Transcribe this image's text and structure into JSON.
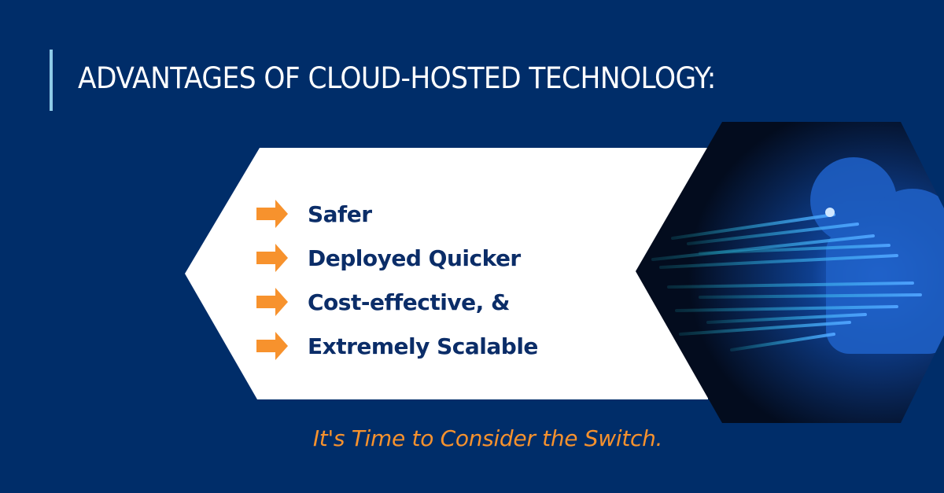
{
  "header": {
    "title": "ADVANTAGES OF CLOUD-HOSTED TECHNOLOGY:"
  },
  "advantages": {
    "icon": "arrow-right-icon",
    "items": [
      {
        "label": "Safer"
      },
      {
        "label": "Deployed Quicker"
      },
      {
        "label": "Cost-effective, &"
      },
      {
        "label": "Extremely Scalable"
      }
    ]
  },
  "image": {
    "description": "cloud-data-streams-illustration",
    "shape": "hexagon"
  },
  "tagline": "It's Time to Consider the Switch.",
  "colors": {
    "background": "#002d69",
    "accent": "#f7922d",
    "title_bar": "#8ecbe8",
    "panel": "#ffffff",
    "item_text": "#0b2d68"
  }
}
